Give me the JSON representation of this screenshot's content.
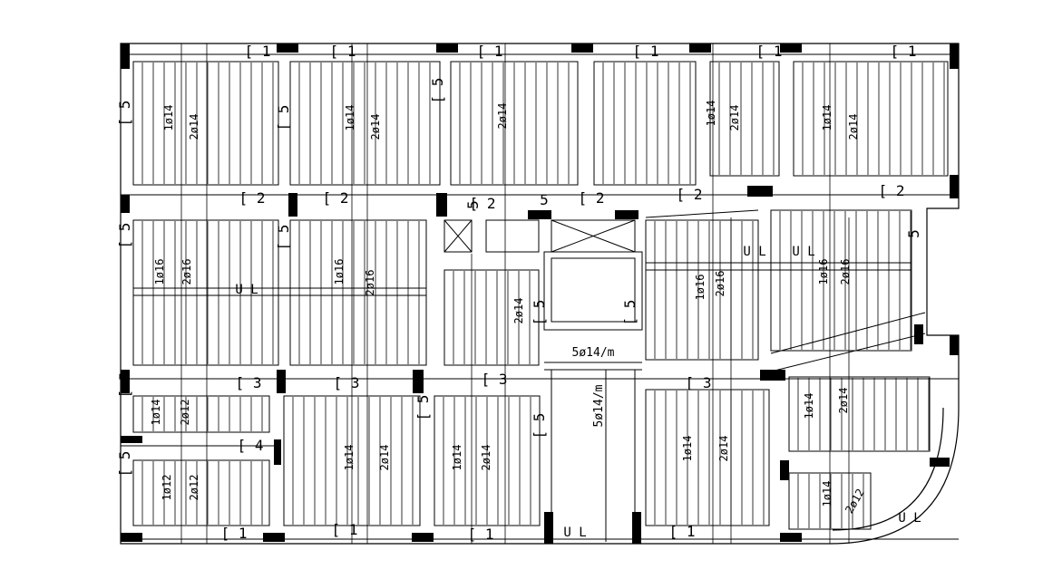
{
  "drawing": {
    "background": "#ffffff",
    "line_color": "#000000",
    "column_color": "#000000"
  },
  "labels": {
    "top_1a": "[ 1",
    "top_1b": "[ 1",
    "top_1c": "[ 1",
    "top_1d": "[ 1",
    "top_1e": "[ 1",
    "top_1f": "[ 1",
    "left_5a": "[ 5",
    "left_5b": "[ 5",
    "left_5c": "[ 5",
    "left_5d": "[ 5",
    "mid_5a": "[ 5",
    "mid_5b": "[ 5",
    "mid_5c": "[ 5",
    "mid_5d": "5",
    "mid_5e": "5",
    "mid_5f": "[ 5",
    "mid_5g": "[ 5",
    "mid_5h": "[ 5",
    "mid_5i": "5",
    "mid_5j": "[ 5",
    "strip_2a": "[ 2",
    "strip_2b": "[ 2",
    "strip_2c": "[ 2",
    "strip_2d": "[ 2",
    "strip_2e": "[ 2",
    "strip_2f": "[ 2",
    "strip_3a": "[ 3",
    "strip_3b": "[ 3",
    "strip_3c": "[ 3",
    "strip_3d": "[ 3",
    "strip_4": "[ 4",
    "bottom_1a": "[ 1",
    "bottom_1b": "[ 1",
    "bottom_1c": "[ 1",
    "bottom_1d": "[ 1",
    "s1_bar1": "1ø14",
    "s1_bar2": "2ø14",
    "s2_bar1": "1ø14",
    "s2_bar2": "2ø14",
    "s3_bar2": "2ø14",
    "s4_bar1": "1ø14",
    "s4_bar2": "2ø14",
    "s5_bar1": "1ø14",
    "s5_bar2": "2ø14",
    "s6_bar1": "1ø16",
    "s6_bar2": "2ø16",
    "s7_bar1": "1ø16",
    "s7_bar2": "2ø16",
    "s8_bar2": "2ø14",
    "s9_bar1": "1ø16",
    "s9_bar2": "2ø16",
    "s10_bar1": "1ø16",
    "s10_bar2": "2ø16",
    "s11_bar1": "1ø14",
    "s11_bar2": "2ø12",
    "s12_bar1": "1ø12",
    "s12_bar2": "2ø12",
    "s13_bar1": "1ø14",
    "s13_bar2": "2ø14",
    "s14_bar1": "1ø14",
    "s14_bar2": "2ø14",
    "s15_bar1": "1ø14",
    "s15_bar2": "2ø14",
    "s16_bar1": "1ø14",
    "s16_bar2": "2ø14",
    "s17_bar1": "1ø14",
    "s17_bar2": "2ø12",
    "stair_h": "5ø14/m",
    "stair_v": "5ø14/m",
    "ul_a": "U L",
    "ul_b": "U L",
    "ul_c": "U L",
    "ul_d": "U L",
    "ul_e": "U L"
  }
}
